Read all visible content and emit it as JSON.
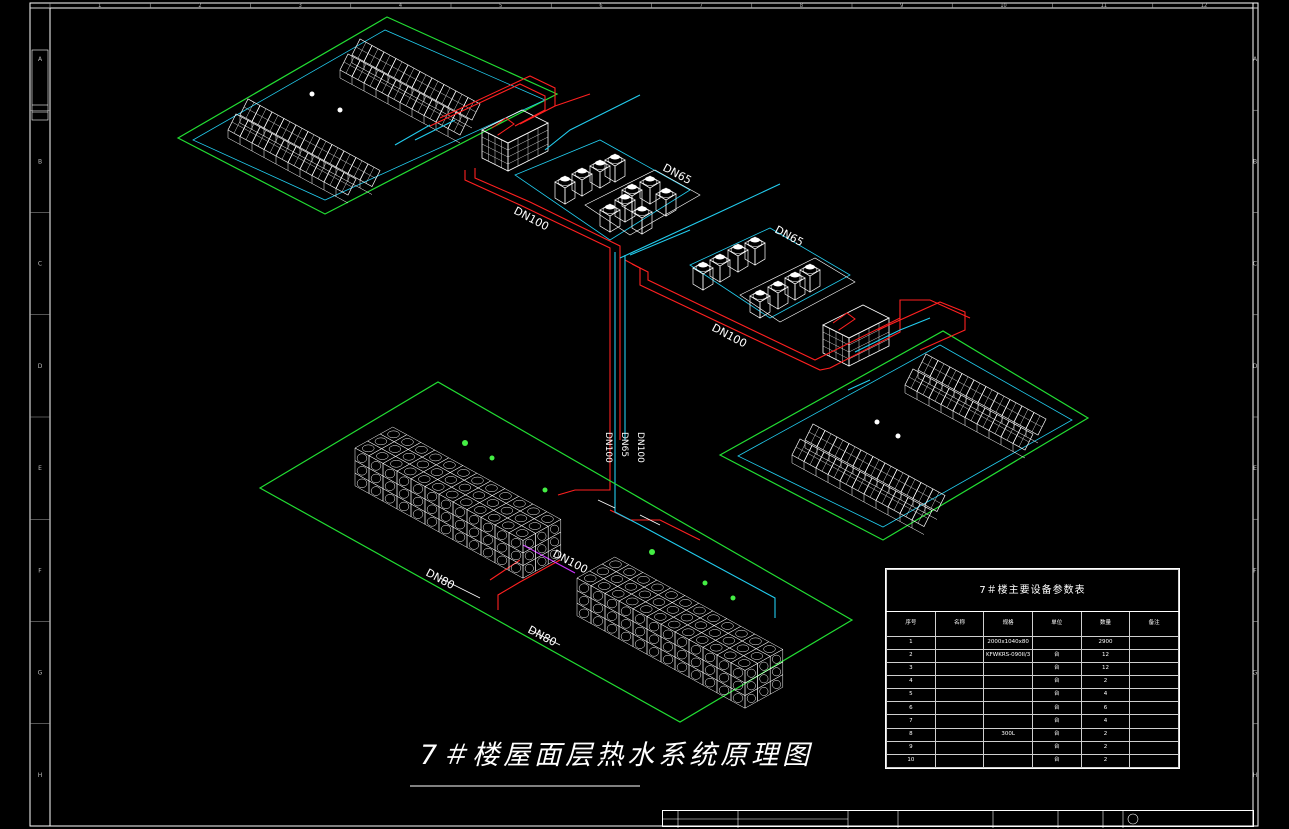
{
  "drawing": {
    "title": "7＃楼屋面层热水系统原理图",
    "frame_col_numbers": [
      "1",
      "2",
      "3",
      "4",
      "5",
      "6",
      "7",
      "8",
      "9",
      "10",
      "11",
      "12"
    ],
    "frame_row_letters": [
      "A",
      "B",
      "C",
      "D",
      "E",
      "F",
      "G",
      "H"
    ]
  },
  "pipe_labels": {
    "dn65_top": "DN65",
    "dn100_top": "DN100",
    "dn65_mid": "DN65",
    "dn100_mid": "DN100",
    "dn100_riser_a": "DN100",
    "dn65_riser_b": "DN65",
    "dn100_riser_c": "DN100",
    "dn100_low": "DN100",
    "dn80_a": "DN80",
    "dn80_b": "DN80"
  },
  "equipment_table": {
    "caption": "7＃楼主要设备参数表",
    "headers": [
      "序号",
      "名称",
      "规格",
      "单位",
      "数量",
      "备注"
    ],
    "rows": [
      [
        "1",
        "",
        "2000x1040x80",
        "",
        "2900",
        ""
      ],
      [
        "2",
        "",
        "KFWKRS-090II/3",
        "台",
        "12",
        ""
      ],
      [
        "3",
        "",
        "",
        "台",
        "12",
        ""
      ],
      [
        "4",
        "",
        "",
        "台",
        "2",
        ""
      ],
      [
        "5",
        "",
        "",
        "台",
        "4",
        ""
      ],
      [
        "6",
        "",
        "",
        "台",
        "6",
        ""
      ],
      [
        "7",
        "",
        "",
        "台",
        "4",
        ""
      ],
      [
        "8",
        "",
        "300L",
        "台",
        "2",
        ""
      ],
      [
        "9",
        "",
        "",
        "台",
        "2",
        ""
      ],
      [
        "10",
        "",
        "",
        "台",
        "2",
        ""
      ]
    ]
  },
  "colors": {
    "border_green": "#22dd33",
    "hot_pipe": "#ff2020",
    "cold_pipe": "#22ccee",
    "purple_pipe": "#cc33ff",
    "equipment": "#ffffff"
  }
}
